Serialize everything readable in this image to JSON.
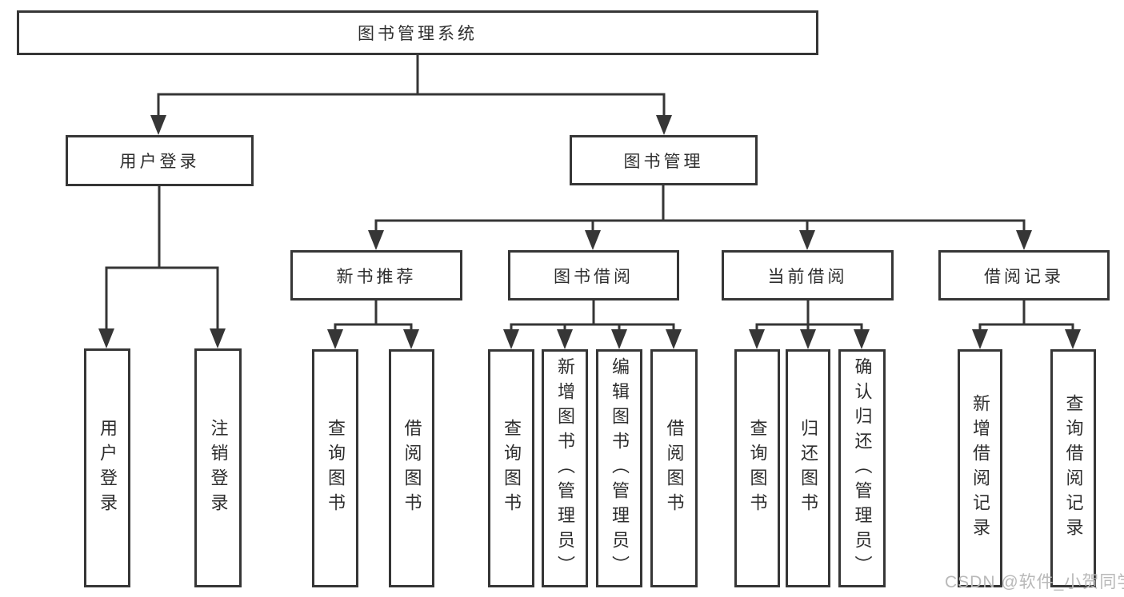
{
  "colors": {
    "line": "#363636",
    "text": "#2e2e2e",
    "watermark_gray": "#b9b9b9"
  },
  "watermark": {
    "text": "CSDN @软件_小贺同学"
  },
  "tree": {
    "root": {
      "label": "图书管理系统"
    },
    "login": {
      "label": "用户登录",
      "children": [
        "用户登录",
        "注销登录"
      ]
    },
    "mgmt": {
      "label": "图书管理"
    },
    "rec": {
      "label": "新书推荐",
      "children": [
        "查询图书",
        "借阅图书"
      ]
    },
    "borrow": {
      "label": "图书借阅",
      "children": [
        "查询图书",
        "新增图书（管理员）",
        "编辑图书（管理员）",
        "借阅图书"
      ]
    },
    "current": {
      "label": "当前借阅",
      "children": [
        "查询图书",
        "归还图书",
        "确认归还（管理员）"
      ]
    },
    "records": {
      "label": "借阅记录",
      "children": [
        "新增借阅记录",
        "查询借阅记录"
      ]
    }
  }
}
